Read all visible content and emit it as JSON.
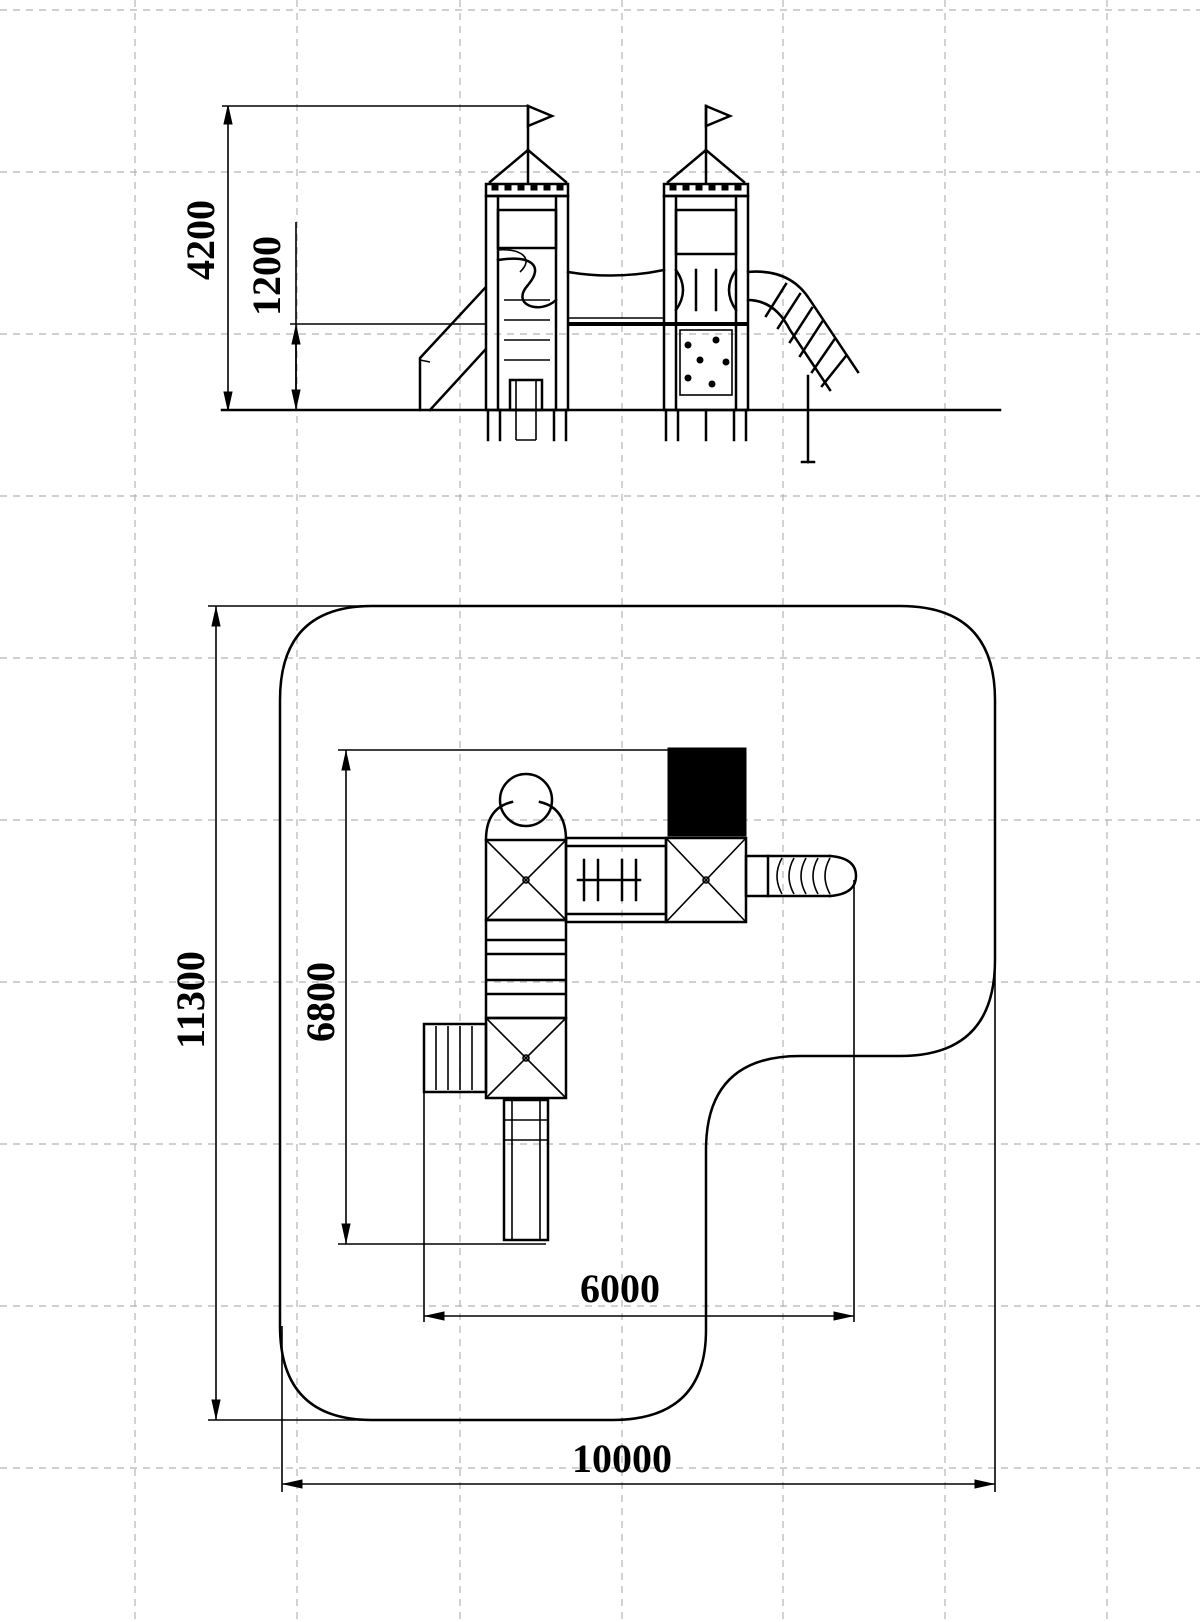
{
  "elevation": {
    "dimensions": {
      "total_height": "4200",
      "platform_height": "1200"
    }
  },
  "plan": {
    "dimensions": {
      "area_height": "11300",
      "area_width": "10000",
      "equipment_depth": "6800",
      "equipment_width": "6000"
    }
  }
}
